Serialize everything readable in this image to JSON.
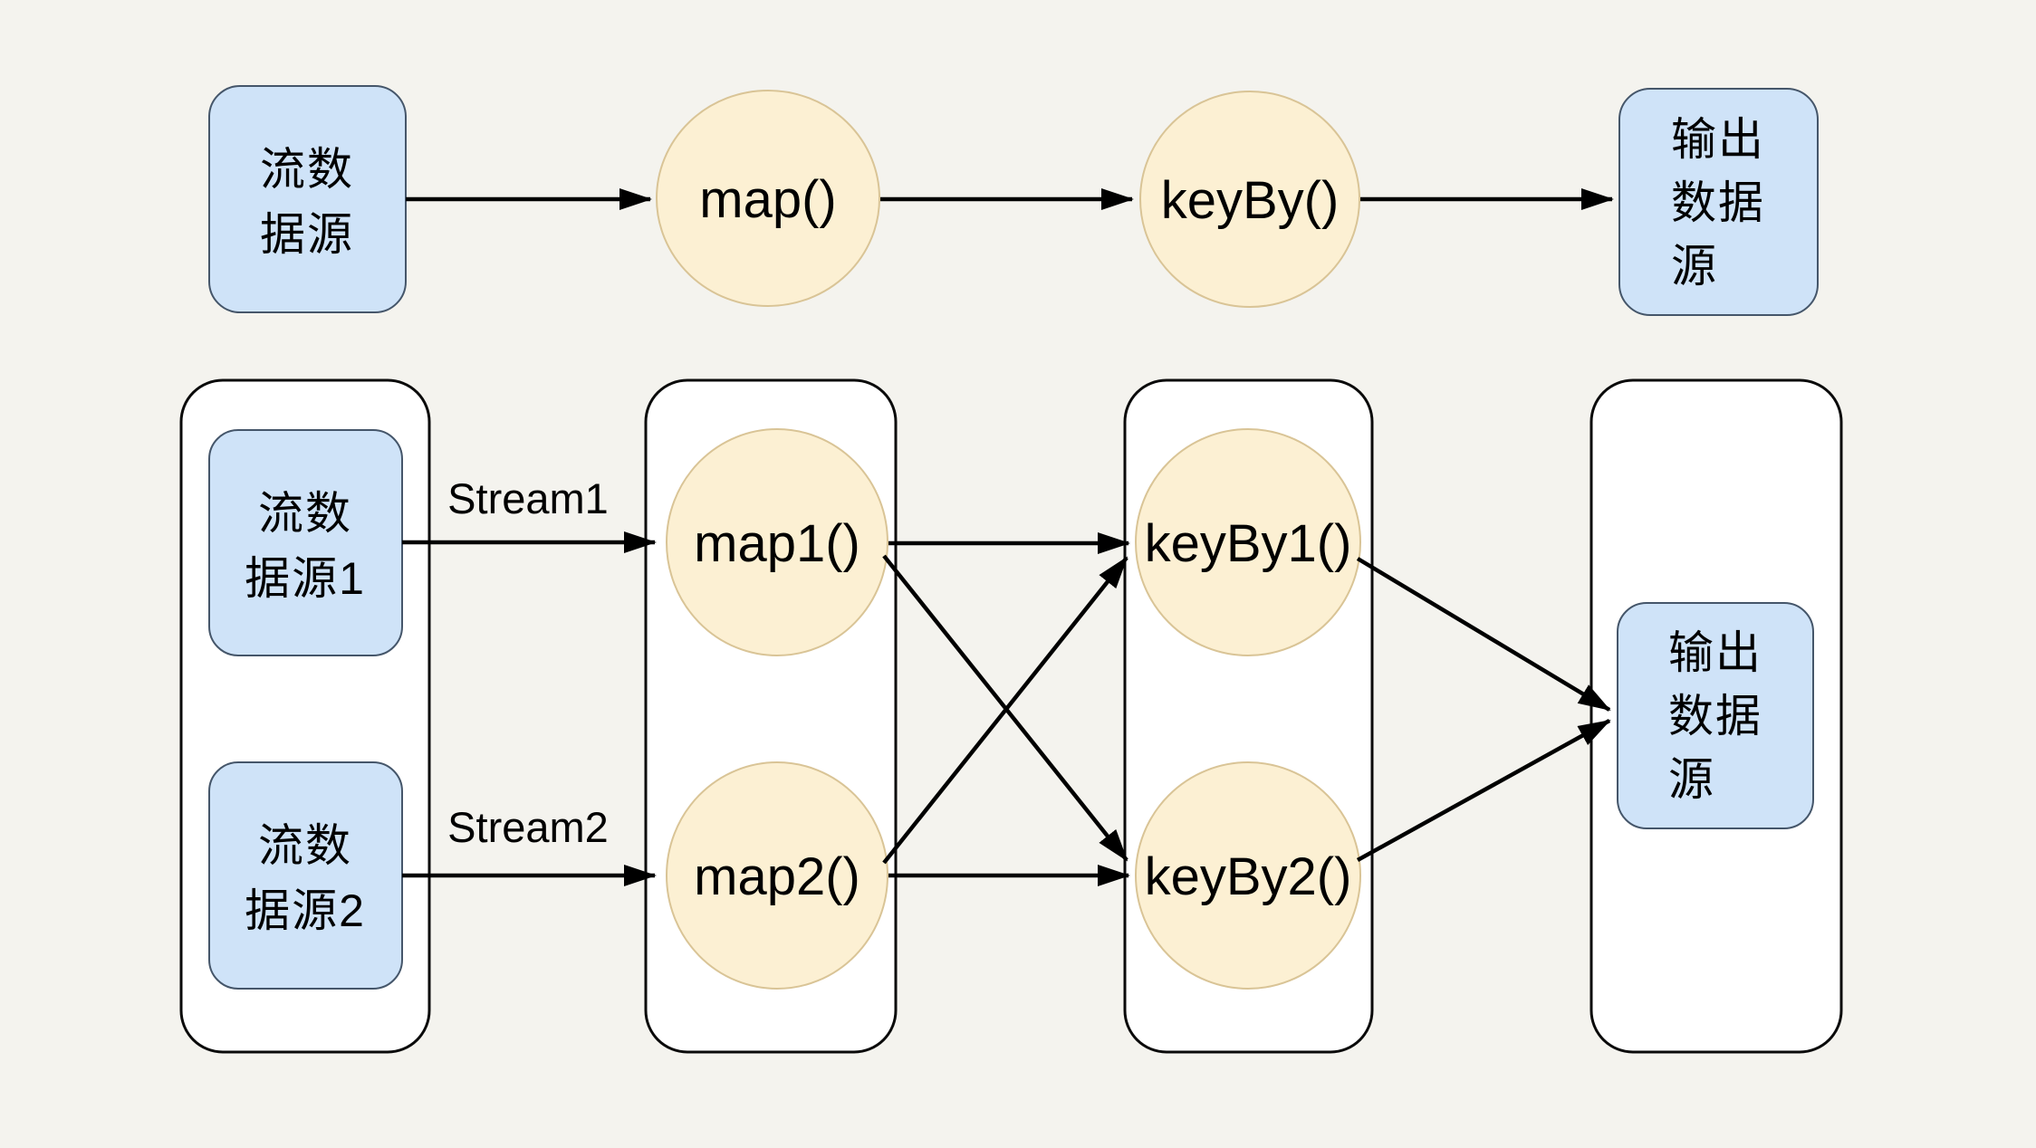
{
  "palette": {
    "background": "#f4f3ee",
    "source_sink_fill": "#cfe3f8",
    "source_sink_border": "#45566a",
    "operator_fill": "#fcf0d3",
    "operator_border": "#d9c496",
    "task_container_fill": "#ffffff",
    "task_container_border": "#000000",
    "arrow_color": "#000000"
  },
  "simple_flow": {
    "source": {
      "lines": [
        "流数",
        "据源"
      ]
    },
    "map_operator": {
      "label": "map()"
    },
    "keyby_operator": {
      "label": "keyBy()"
    },
    "sink": {
      "lines": [
        "输出",
        "数据",
        "源"
      ]
    }
  },
  "parallel_flow": {
    "sources": [
      {
        "lines": [
          "流数",
          "据源1"
        ],
        "stream_label": "Stream1"
      },
      {
        "lines": [
          "流数",
          "据源2"
        ],
        "stream_label": "Stream2"
      }
    ],
    "map_operators": [
      {
        "label": "map1()"
      },
      {
        "label": "map2()"
      }
    ],
    "keyby_operators": [
      {
        "label": "keyBy1()"
      },
      {
        "label": "keyBy2()"
      }
    ],
    "sink": {
      "lines": [
        "输出",
        "数据",
        "源"
      ]
    }
  }
}
